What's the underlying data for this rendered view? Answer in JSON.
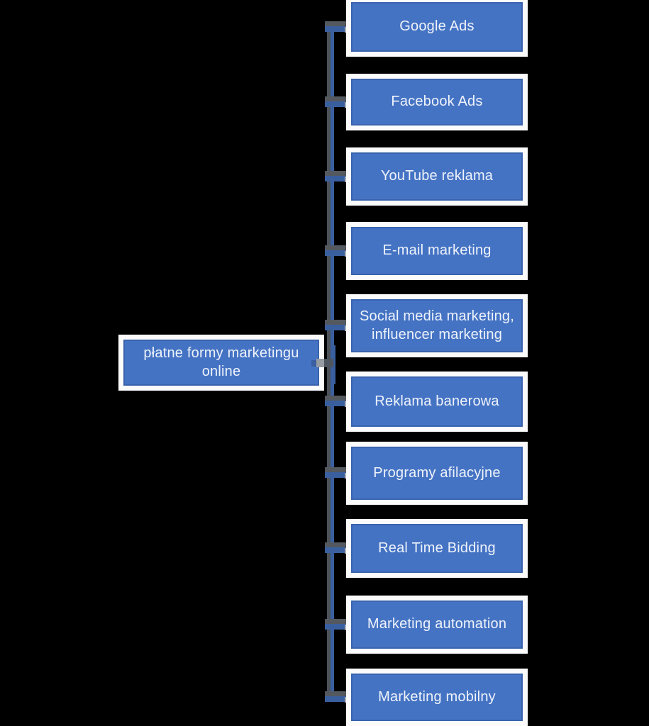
{
  "diagram": {
    "title_note": "hierarchy of paid online marketing forms",
    "root": {
      "label": "płatne formy marketingu online"
    },
    "children": [
      {
        "label": "Google Ads"
      },
      {
        "label": "Facebook Ads"
      },
      {
        "label": "YouTube reklama"
      },
      {
        "label": "E-mail marketing"
      },
      {
        "label": "Social media marketing, influencer marketing"
      },
      {
        "label": "Reklama banerowa"
      },
      {
        "label": "Programy afilacyjne"
      },
      {
        "label": "Real Time Bidding"
      },
      {
        "label": "Marketing automation"
      },
      {
        "label": "Marketing mobilny"
      }
    ],
    "colors": {
      "background": "#000000",
      "box_fill": "#4573c4",
      "box_inner_border": "#3a63ae",
      "box_frame": "#fbfbfb",
      "text": "#eef3fa",
      "connector_gray": "#4d5259",
      "connector_blue": "#3a5f9f",
      "connector_nub": "#a9adb3"
    }
  }
}
